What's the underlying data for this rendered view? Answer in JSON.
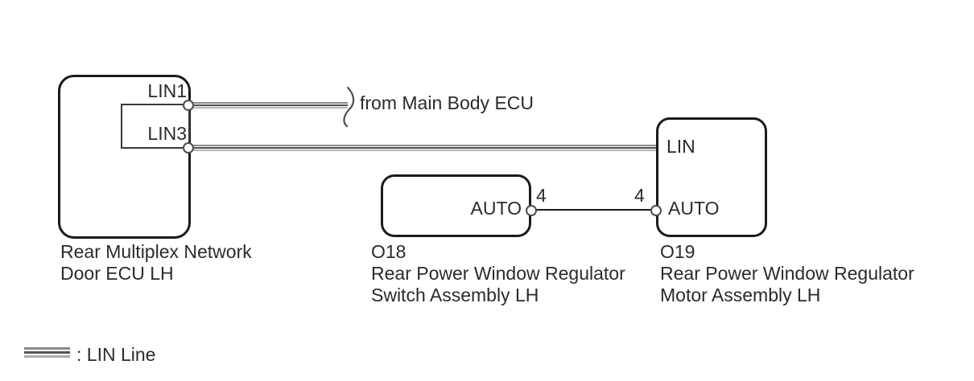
{
  "diagram": {
    "ecu": {
      "pin_lin1": "LIN1",
      "pin_lin3": "LIN3",
      "caption_line1": "Rear Multiplex Network",
      "caption_line2": "Door ECU LH"
    },
    "switch": {
      "pin_auto": "AUTO",
      "terminal": "4",
      "code": "O18",
      "caption_line1": "Rear Power Window Regulator",
      "caption_line2": "Switch Assembly LH"
    },
    "motor": {
      "pin_lin": "LIN",
      "pin_auto": "AUTO",
      "terminal": "4",
      "code": "O19",
      "caption_line1": "Rear Power Window Regulator",
      "caption_line2": "Motor Assembly LH"
    },
    "annotations": {
      "from_main_body_ecu": "from Main Body ECU"
    },
    "legend": {
      "lin_line": ": LIN Line"
    },
    "colors": {
      "box_border": "#1a1a1a",
      "text": "#2b2b2b",
      "lin_stripe_top": "#8a8a8a",
      "lin_stripe_middle": "#4d4d4d",
      "lin_stripe_bottom": "#b5b5b5",
      "plain_wire": "#1a1a1a"
    }
  }
}
